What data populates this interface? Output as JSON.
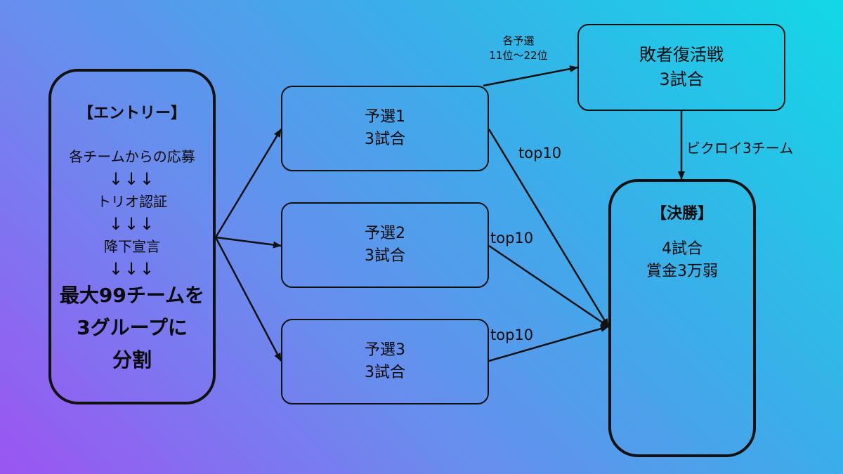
{
  "entry": {
    "title": "【エントリー】",
    "step1": "各チームからの応募",
    "arrows": "↓↓↓",
    "step2": "トリオ認証",
    "step3": "降下宣言",
    "summary_line1": "最大99チームを",
    "summary_line2": "3グループに",
    "summary_line3": "分割"
  },
  "qualifiers": [
    {
      "name": "予選1",
      "games": "3試合"
    },
    {
      "name": "予選2",
      "games": "3試合"
    },
    {
      "name": "予選3",
      "games": "3試合"
    }
  ],
  "revival": {
    "name": "敗者復活戦",
    "games": "3試合"
  },
  "final": {
    "title": "【決勝】",
    "games": "4試合",
    "prize": "賞金3万弱"
  },
  "edges": {
    "top10": "top10",
    "revival_cond_line1": "各予選",
    "revival_cond_line2": "11位〜22位",
    "revival_to_final": "ビクロイ3チーム"
  }
}
